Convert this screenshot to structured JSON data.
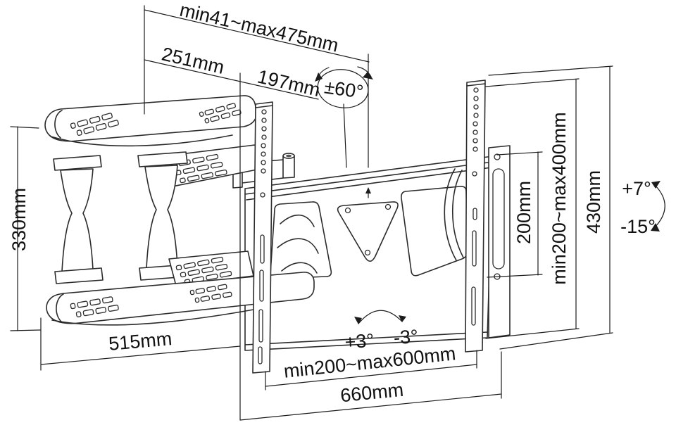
{
  "figure": {
    "type": "technical-dimension-diagram",
    "subject": "Full-motion articulating TV wall mount bracket, isometric line drawing with dimensions",
    "background_color": "#ffffff",
    "line_color": "#2b2b2b",
    "text_color": "#111111"
  },
  "dims": {
    "extension_range": "min41~max475mm",
    "section_251": "251mm",
    "section_197": "197mm",
    "swivel": "±60°",
    "height_330": "330mm",
    "length_515": "515mm",
    "vesa_width": "min200~max600mm",
    "width_660": "660mm",
    "vesa_200": "200mm",
    "vesa_height": "min200~max400mm",
    "height_430": "430mm",
    "tilt_up": "+7°",
    "tilt_down": "-15°",
    "level_plus": "+3°",
    "level_minus": "-3°"
  }
}
